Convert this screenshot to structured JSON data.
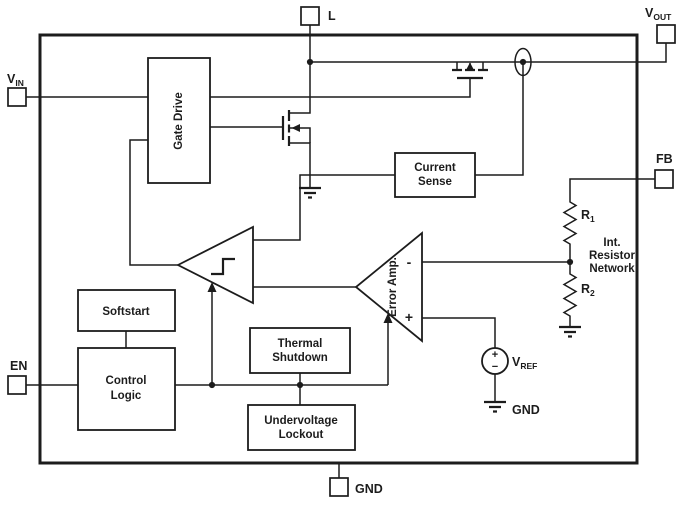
{
  "pins": {
    "vin": {
      "base": "V",
      "sub": "IN"
    },
    "en": "EN",
    "l": "L",
    "vout": {
      "base": "V",
      "sub": "OUT"
    },
    "fb": "FB",
    "gnd": "GND"
  },
  "blocks": {
    "gate_drive": "Gate Drive",
    "current_sense": {
      "line1": "Current",
      "line2": "Sense"
    },
    "softstart": "Softstart",
    "control_logic": {
      "line1": "Control",
      "line2": "Logic"
    },
    "thermal_shutdown": {
      "line1": "Thermal",
      "line2": "Shutdown"
    },
    "undervoltage_lockout": {
      "line1": "Undervoltage",
      "line2": "Lockout"
    },
    "error_amp": "Error Amp."
  },
  "amp_inputs": {
    "inverting": "-",
    "noninverting": "+"
  },
  "internal": {
    "r1": {
      "base": "R",
      "sub": "1"
    },
    "r2": {
      "base": "R",
      "sub": "2"
    },
    "vref": {
      "base": "V",
      "sub": "REF"
    },
    "vref_polarity": {
      "plus": "+",
      "minus": "−"
    },
    "gnd": "GND",
    "resistor_network": {
      "line1": "Int.",
      "line2": "Resistor",
      "line3": "Network"
    }
  },
  "colors": {
    "line": "#1c1c1c",
    "background": "#ffffff"
  }
}
